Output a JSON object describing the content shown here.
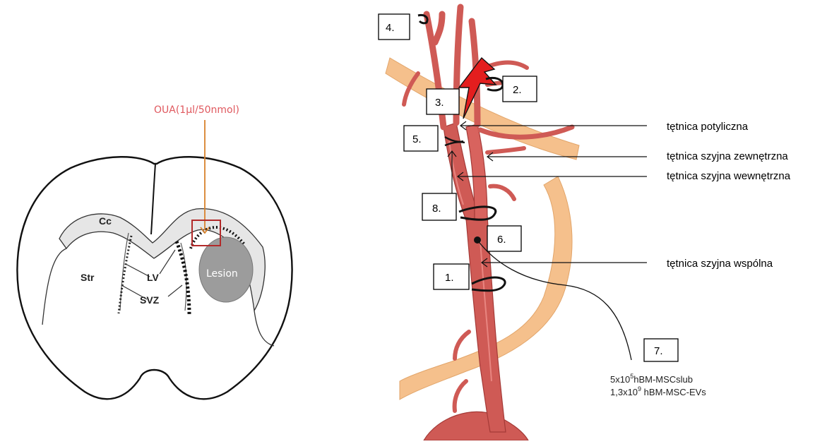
{
  "brain": {
    "injection_label": "OUA(1μl/50nmol)",
    "labels": {
      "corpus_callosum": "Cc",
      "striatum": "Str",
      "ventricle": "LV",
      "subventricular_zone": "SVZ",
      "lesion": "Lesion"
    },
    "colors": {
      "injection": "#e0595f",
      "needle": "#d9822b",
      "lesion_fill": "#9c9c9c",
      "callosum_fill": "#e6e6e6",
      "target_box": "#b22a2a"
    }
  },
  "vessels": {
    "markers": [
      "1.",
      "2.",
      "3.",
      "4.",
      "5.",
      "6.",
      "7.",
      "8."
    ],
    "labels": {
      "occipital": "tętnica potyliczna",
      "external_carotid": "tętnica szyjna zewnętrzna",
      "internal_carotid": "tętnica szyjna wewnętrzna",
      "common_carotid": "tętnica szyjna wspólna"
    },
    "dose": {
      "msc_base": "5x10",
      "msc_exp": "5",
      "msc_suffix": "hBM-MSCslub",
      "ev_base": "1,3x10",
      "ev_exp": "9",
      "ev_suffix": " hBM-MSC-EVs"
    },
    "colors": {
      "artery": "#cf5a55",
      "artery_dark": "#a43a37",
      "vein": "#f5c08c",
      "lightning": "#e41e1e"
    }
  }
}
